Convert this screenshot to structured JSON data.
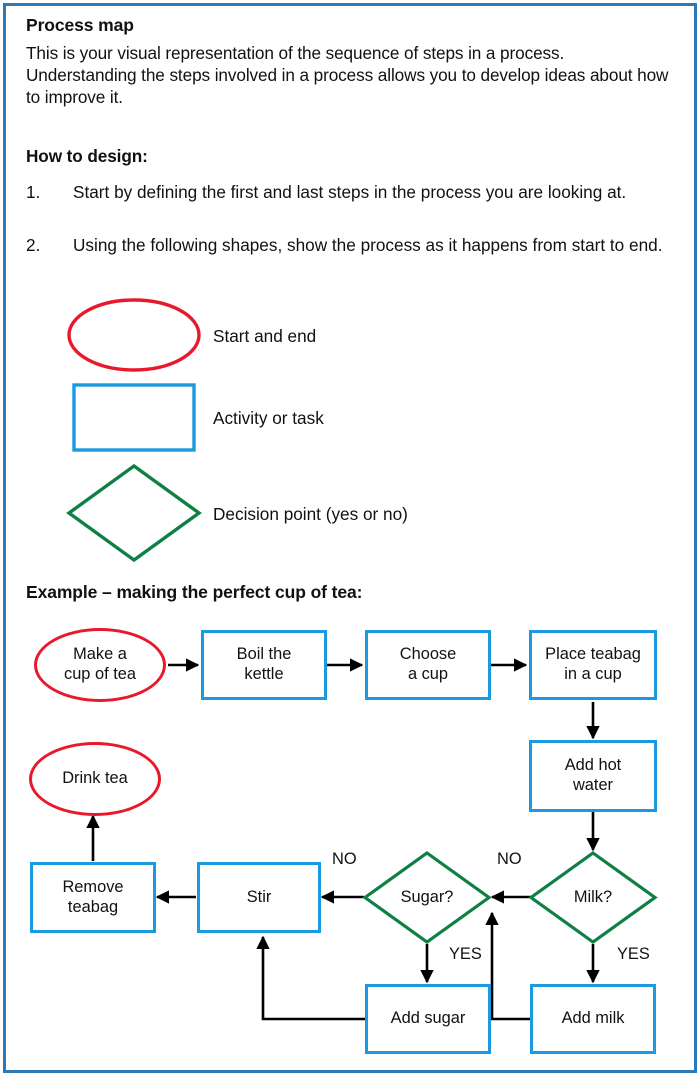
{
  "document": {
    "title": "Process map",
    "intro": "This is your visual representation of the sequence of steps in a process. Understanding the steps involved in a process allows you to develop ideas about how to improve it.",
    "howto_heading": "How to design:",
    "steps": [
      {
        "number": "1.",
        "text": "Start by defining the first and last steps in the process you are looking at."
      },
      {
        "number": "2.",
        "text": "Using the following shapes, show the process as it happens from start to end."
      }
    ],
    "example_heading": "Example – making the perfect cup of tea:"
  },
  "legend": {
    "items": [
      {
        "shape": "ellipse",
        "label": "Start and end",
        "color": "#e8192c"
      },
      {
        "shape": "rectangle",
        "label": "Activity or task",
        "color": "#1b9ae0"
      },
      {
        "shape": "diamond",
        "label": "Decision point (yes or no)",
        "color": "#0f8045"
      }
    ]
  },
  "colors": {
    "page_border": "#2a7ab9",
    "terminator": "#e8192c",
    "activity": "#1b9ae0",
    "decision": "#0f8045",
    "connector": "#000000",
    "text": "#111111"
  },
  "flowchart": {
    "nodes": [
      {
        "id": "make-a-cup-of-tea",
        "type": "ellipse",
        "label": "Make a\ncup of tea"
      },
      {
        "id": "boil-the-kettle",
        "type": "box",
        "label": "Boil the\nkettle"
      },
      {
        "id": "choose-a-cup",
        "type": "box",
        "label": "Choose\na cup"
      },
      {
        "id": "place-teabag-in-a-cup",
        "type": "box",
        "label": "Place teabag\nin a cup"
      },
      {
        "id": "add-hot-water",
        "type": "box",
        "label": "Add hot\nwater"
      },
      {
        "id": "milk",
        "type": "diamond",
        "label": "Milk?"
      },
      {
        "id": "add-milk",
        "type": "box",
        "label": "Add milk"
      },
      {
        "id": "sugar",
        "type": "diamond",
        "label": "Sugar?"
      },
      {
        "id": "add-sugar",
        "type": "box",
        "label": "Add sugar"
      },
      {
        "id": "stir",
        "type": "box",
        "label": "Stir"
      },
      {
        "id": "remove-teabag",
        "type": "box",
        "label": "Remove\nteabag"
      },
      {
        "id": "drink-tea",
        "type": "ellipse",
        "label": "Drink tea"
      }
    ],
    "edge_labels": [
      {
        "id": "sugar-no",
        "text": "NO"
      },
      {
        "id": "milk-no",
        "text": "NO"
      },
      {
        "id": "sugar-yes",
        "text": "YES"
      },
      {
        "id": "milk-yes",
        "text": "YES"
      }
    ]
  }
}
